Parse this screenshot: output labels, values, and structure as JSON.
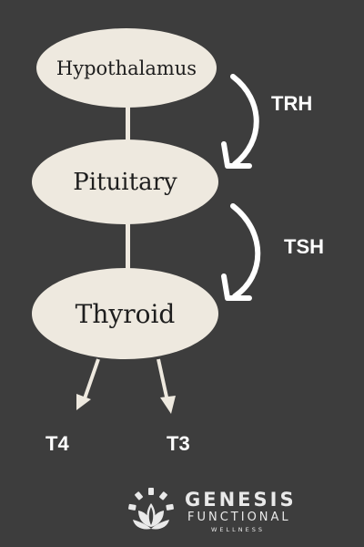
{
  "nodes": {
    "hypothalamus": "Hypothalamus",
    "pituitary": "Pituitary",
    "thyroid": "Thyroid"
  },
  "hormones": {
    "trh": "TRH",
    "tsh": "TSH"
  },
  "outputs": {
    "t4": "T4",
    "t3": "T3"
  },
  "logo": {
    "name": "GENESIS",
    "line2": "FUNCTIONAL",
    "line3": "WELLNESS"
  },
  "colors": {
    "background": "#3d3d3d",
    "node_fill": "#eee9df",
    "text_light": "#ffffff"
  }
}
